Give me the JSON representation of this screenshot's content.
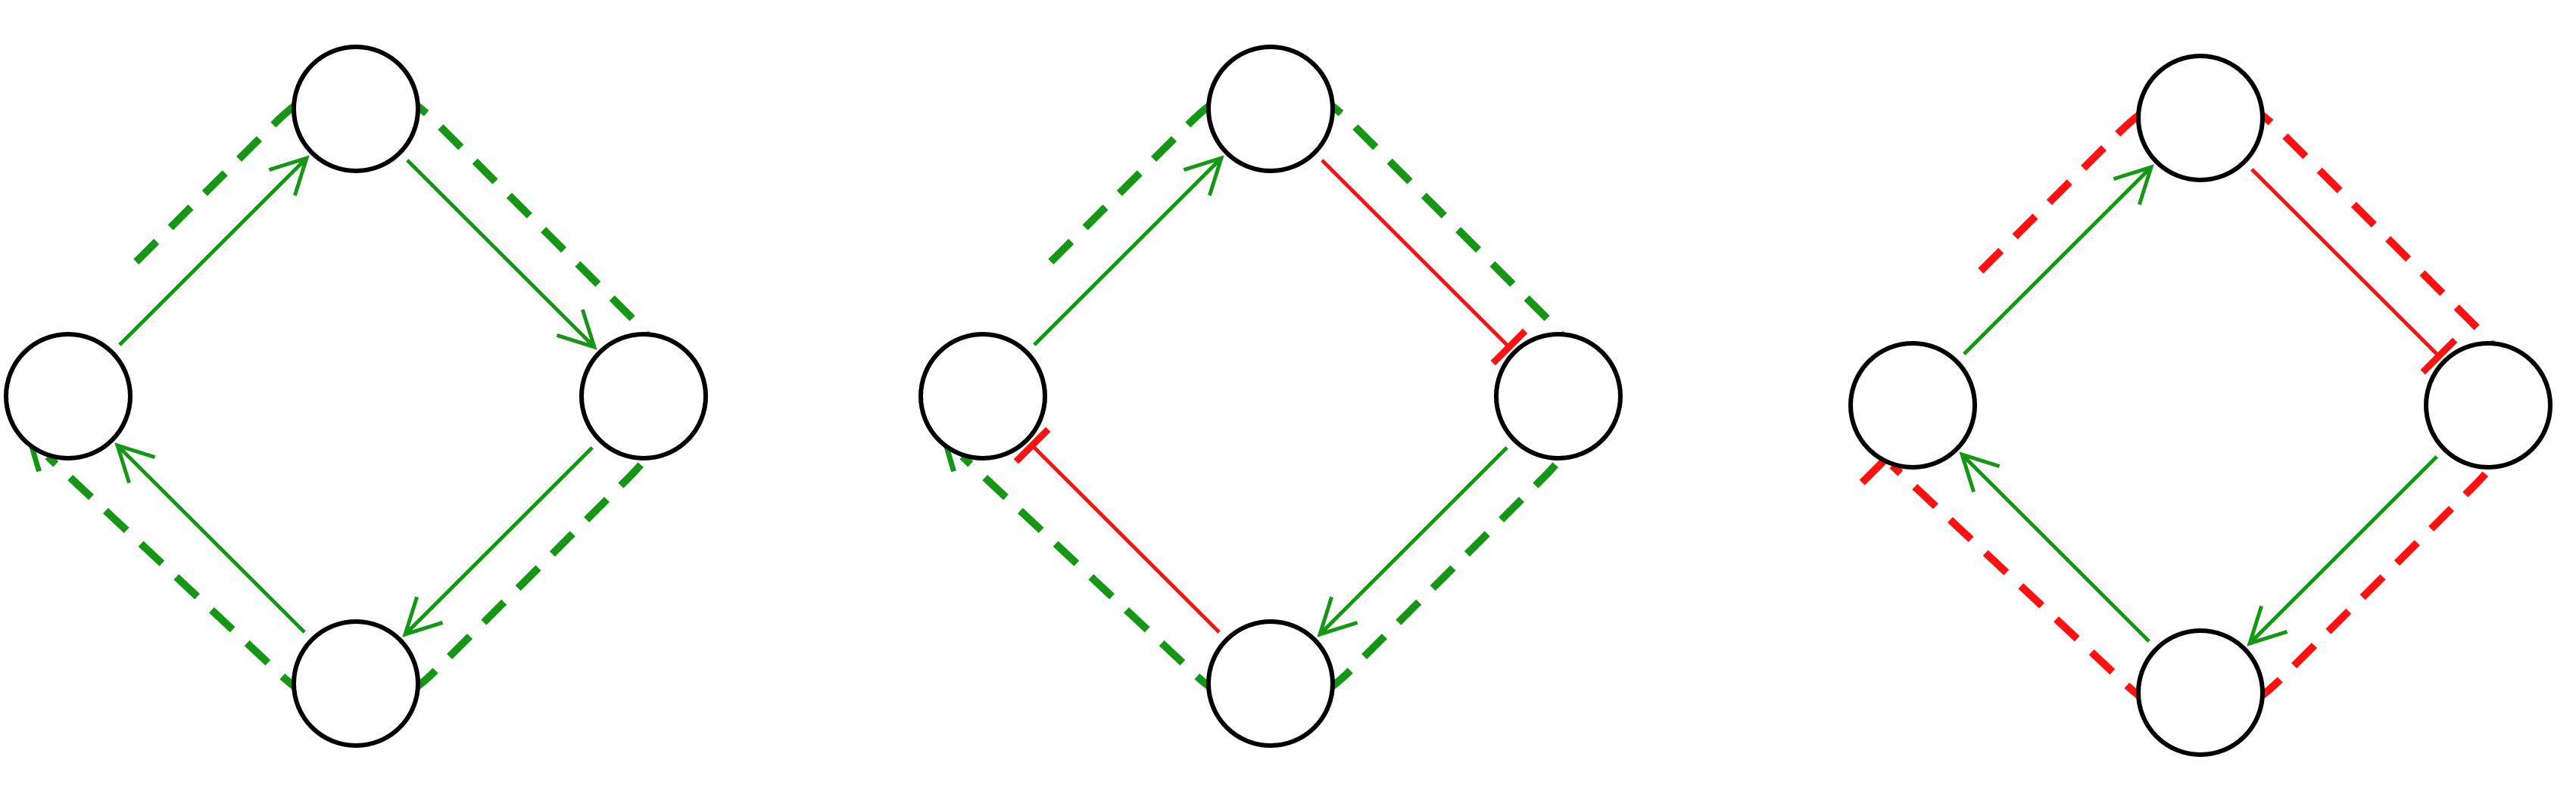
{
  "colors": {
    "activation": "#159615",
    "inhibition": "#ff1111",
    "node_stroke": "#000000",
    "background": "#ffffff"
  },
  "motifs": [
    {
      "id": "motif-1",
      "loop": {
        "sign": "activation",
        "head": "arrow"
      },
      "edges": [
        {
          "from": "left",
          "to": "top",
          "sign": "activation"
        },
        {
          "from": "top",
          "to": "right",
          "sign": "activation"
        },
        {
          "from": "right",
          "to": "bottom",
          "sign": "activation"
        },
        {
          "from": "bottom",
          "to": "left",
          "sign": "activation"
        }
      ]
    },
    {
      "id": "motif-2",
      "loop": {
        "sign": "activation",
        "head": "arrow"
      },
      "edges": [
        {
          "from": "left",
          "to": "top",
          "sign": "activation"
        },
        {
          "from": "top",
          "to": "right",
          "sign": "inhibition"
        },
        {
          "from": "right",
          "to": "bottom",
          "sign": "activation"
        },
        {
          "from": "bottom",
          "to": "left",
          "sign": "inhibition"
        }
      ]
    },
    {
      "id": "motif-3",
      "loop": {
        "sign": "inhibition",
        "head": "bar"
      },
      "edges": [
        {
          "from": "left",
          "to": "top",
          "sign": "activation"
        },
        {
          "from": "top",
          "to": "right",
          "sign": "inhibition"
        },
        {
          "from": "right",
          "to": "bottom",
          "sign": "activation"
        },
        {
          "from": "bottom",
          "to": "left",
          "sign": "activation"
        }
      ]
    }
  ]
}
